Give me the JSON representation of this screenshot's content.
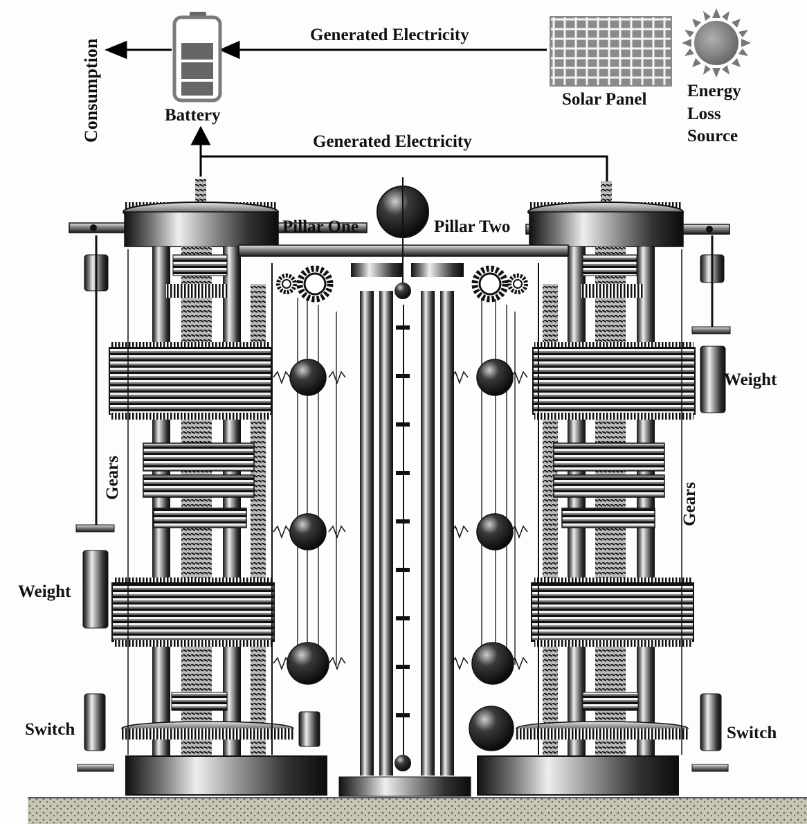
{
  "labels": {
    "consumption": "Consumption",
    "battery": "Battery",
    "generated_top": "Generated Electricity",
    "generated_mid": "Generated Electricity",
    "solar_panel": "Solar Panel",
    "energy_loss_source": [
      "Energy",
      "Loss",
      "Source"
    ],
    "pillar_one": "Pillar One",
    "pillar_two": "Pillar Two",
    "weight_left": "Weight",
    "weight_right": "Weight",
    "gears_left": "Gears",
    "gears_right": "Gears",
    "switch_left": "Switch",
    "switch_right": "Switch"
  },
  "colors": {
    "ink": "#111111",
    "metal_dark": "#1a1a1a",
    "metal_mid": "#5a5a5a",
    "metal_light": "#d8d8d8",
    "panel_cell": "#8a8a8a",
    "sun": "#8c8c8c",
    "ground": "#7a7a6a"
  },
  "icons": [
    "battery-icon",
    "solar-panel-icon",
    "sun-icon",
    "arrow-icon",
    "gear-icon",
    "pendulum-ball-icon",
    "coil-icon",
    "spring-icon"
  ]
}
